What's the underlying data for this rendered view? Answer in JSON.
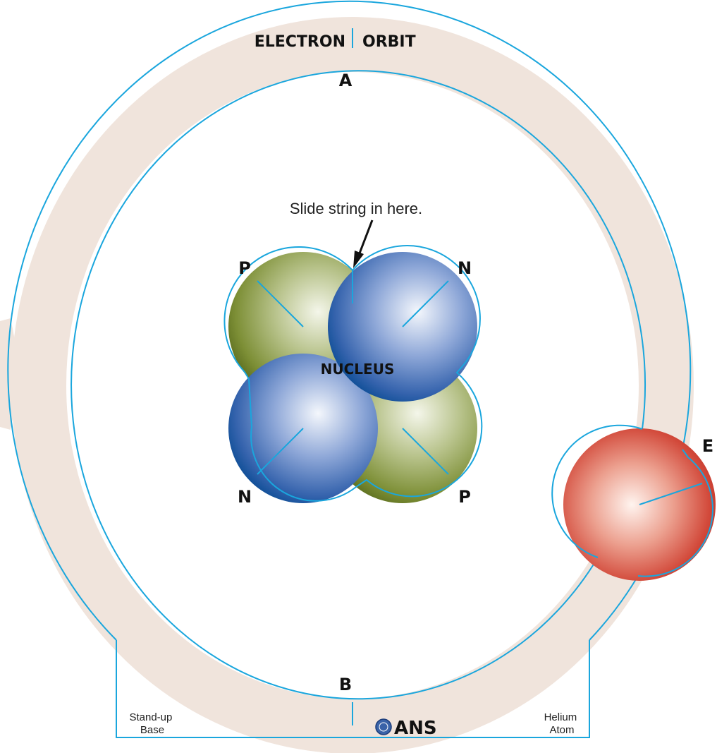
{
  "orbit": {
    "label_left": "ELECTRON",
    "label_right": "ORBIT",
    "point_top": "A",
    "point_bottom": "B"
  },
  "instruction": "Slide string in here.",
  "nucleus": {
    "label": "NUCLEUS",
    "particles": [
      {
        "id": "p-top-left",
        "kind": "proton",
        "label": "P"
      },
      {
        "id": "n-top-right",
        "kind": "neutron",
        "label": "N"
      },
      {
        "id": "n-bottom-left",
        "kind": "neutron",
        "label": "N"
      },
      {
        "id": "p-bottom-right",
        "kind": "proton",
        "label": "P"
      }
    ]
  },
  "electron": {
    "label": "E"
  },
  "base": {
    "left_label": "Stand-up\nBase",
    "right_label": "Helium\nAtom",
    "logo_text": "ANS"
  },
  "colors": {
    "ring": "#f0e4dc",
    "cut_line": "#1aa6dd",
    "proton": "#6b7f2a",
    "neutron": "#1b5aa8",
    "electron": "#cc3a2e"
  }
}
